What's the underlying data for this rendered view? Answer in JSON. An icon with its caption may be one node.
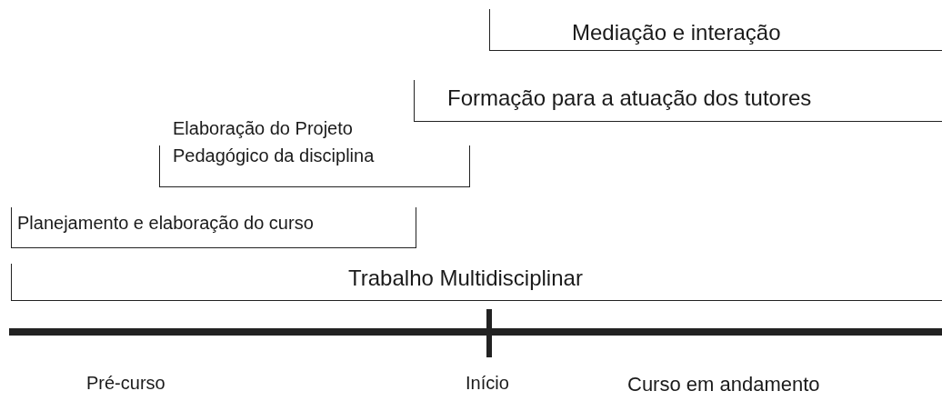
{
  "diagram": {
    "nodes": [
      {
        "text": [
          "Mediação e interação"
        ]
      },
      {
        "text": [
          "Formação para a atuação dos tutores"
        ]
      },
      {
        "text": [
          "Elaboração do Projeto Pedagógico da disciplina"
        ]
      },
      {
        "text": [
          "Planejamento e elaboração do curso"
        ]
      },
      {
        "text": [
          "Trabalho Multidisciplinar"
        ]
      }
    ],
    "labels": [
      "Pré-curso",
      "Início",
      "Curso em andamento"
    ]
  }
}
